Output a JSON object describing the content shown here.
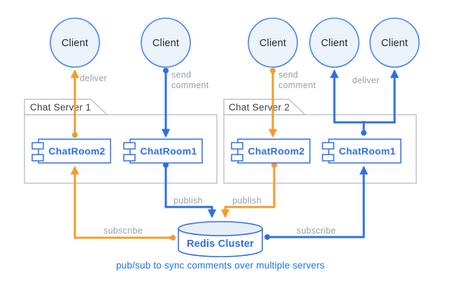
{
  "diagram": {
    "clients": [
      {
        "label": "Client"
      },
      {
        "label": "Client"
      },
      {
        "label": "Client"
      },
      {
        "label": "Client"
      },
      {
        "label": "Client"
      }
    ],
    "servers": [
      {
        "title": "Chat Server 1",
        "components": [
          {
            "label": "ChatRoom2"
          },
          {
            "label": "ChatRoom1"
          }
        ]
      },
      {
        "title": "Chat Server 2",
        "components": [
          {
            "label": "ChatRoom2"
          },
          {
            "label": "ChatRoom1"
          }
        ]
      }
    ],
    "datastore": {
      "label": "Redis Cluster",
      "shape": "cylinder"
    },
    "edges": {
      "s1_deliver": {
        "label": "deliver",
        "color": "#F59B2B",
        "from": "Chat Server 1 / ChatRoom2",
        "to": "Client"
      },
      "s1_send_comment": {
        "label_lines": [
          "send",
          "comment"
        ],
        "color": "#2F6FE4",
        "from": "Client",
        "to": "Chat Server 1 / ChatRoom1"
      },
      "s1_publish": {
        "label": "publish",
        "color": "#2F6FE4",
        "from": "Chat Server 1 / ChatRoom1",
        "to": "Redis Cluster"
      },
      "s1_subscribe": {
        "label": "subscribe",
        "color": "#F59B2B",
        "from": "Redis Cluster",
        "to": "Chat Server 1 / ChatRoom2"
      },
      "s2_send_comment": {
        "label_lines": [
          "send",
          "comment"
        ],
        "color": "#F59B2B",
        "from": "Client",
        "to": "Chat Server 2 / ChatRoom2"
      },
      "s2_deliver": {
        "label": "deliver",
        "color": "#2F6FE4",
        "from": "Chat Server 2 / ChatRoom1",
        "to": "Client"
      },
      "s2_publish": {
        "label": "publish",
        "color": "#F59B2B",
        "from": "Chat Server 2 / ChatRoom2",
        "to": "Redis Cluster"
      },
      "s2_subscribe": {
        "label": "subscribe",
        "color": "#2F6FE4",
        "from": "Redis Cluster",
        "to": "Chat Server 2 / ChatRoom1"
      }
    },
    "caption": "pub/sub to sync comments over multiple servers",
    "colors": {
      "orange": "#F59B2B",
      "blue": "#2F6FE4",
      "client_fill": "#EDF3FB",
      "client_border": "#4285F4",
      "package_border": "#BDC1C6",
      "package_title_text": "#3C4043",
      "edge_label_text": "#9AA0A6",
      "caption_text": "#1A73E8",
      "cylinder_top_fill": "#E8EEF8"
    }
  }
}
